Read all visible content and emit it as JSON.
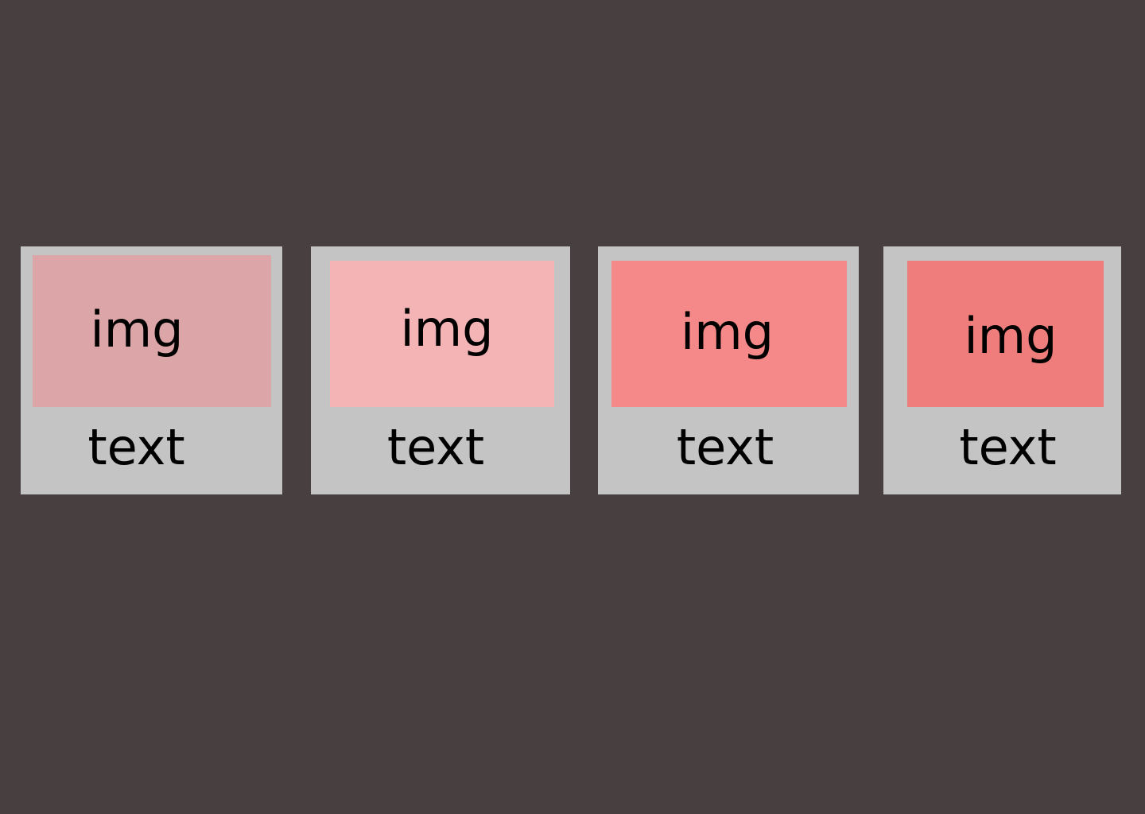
{
  "background_color": "#483f40",
  "card_color": "#c4c4c4",
  "cards": [
    {
      "image_label": "img",
      "caption": "text",
      "image_color": "#dca5a7"
    },
    {
      "image_label": "img",
      "caption": "text",
      "image_color": "#f4b4b6"
    },
    {
      "image_label": "img",
      "caption": "text",
      "image_color": "#f58888"
    },
    {
      "image_label": "img",
      "caption": "text",
      "image_color": "#ee7d7b"
    }
  ]
}
